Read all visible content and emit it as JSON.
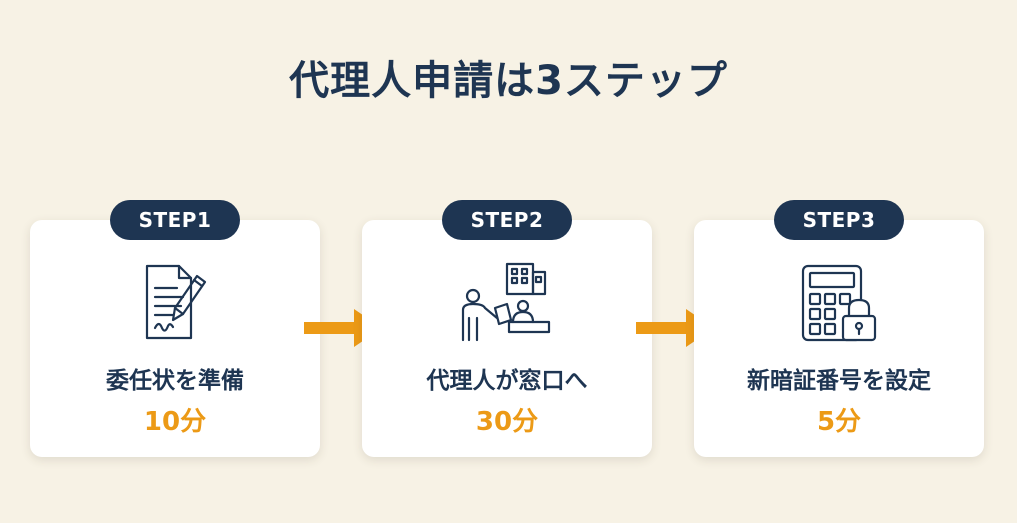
{
  "title": "代理人申請は3ステップ",
  "colors": {
    "navy": "#1e3552",
    "orange": "#ec9a16",
    "background": "#f7f2e5",
    "card": "#ffffff"
  },
  "steps": [
    {
      "badge": "STEP1",
      "label": "委任状を準備",
      "time": "10分",
      "icon": "document-pen-icon"
    },
    {
      "badge": "STEP2",
      "label": "代理人が窓口へ",
      "time": "30分",
      "icon": "person-counter-icon"
    },
    {
      "badge": "STEP3",
      "label": "新暗証番号を設定",
      "time": "5分",
      "icon": "calculator-lock-icon"
    }
  ]
}
